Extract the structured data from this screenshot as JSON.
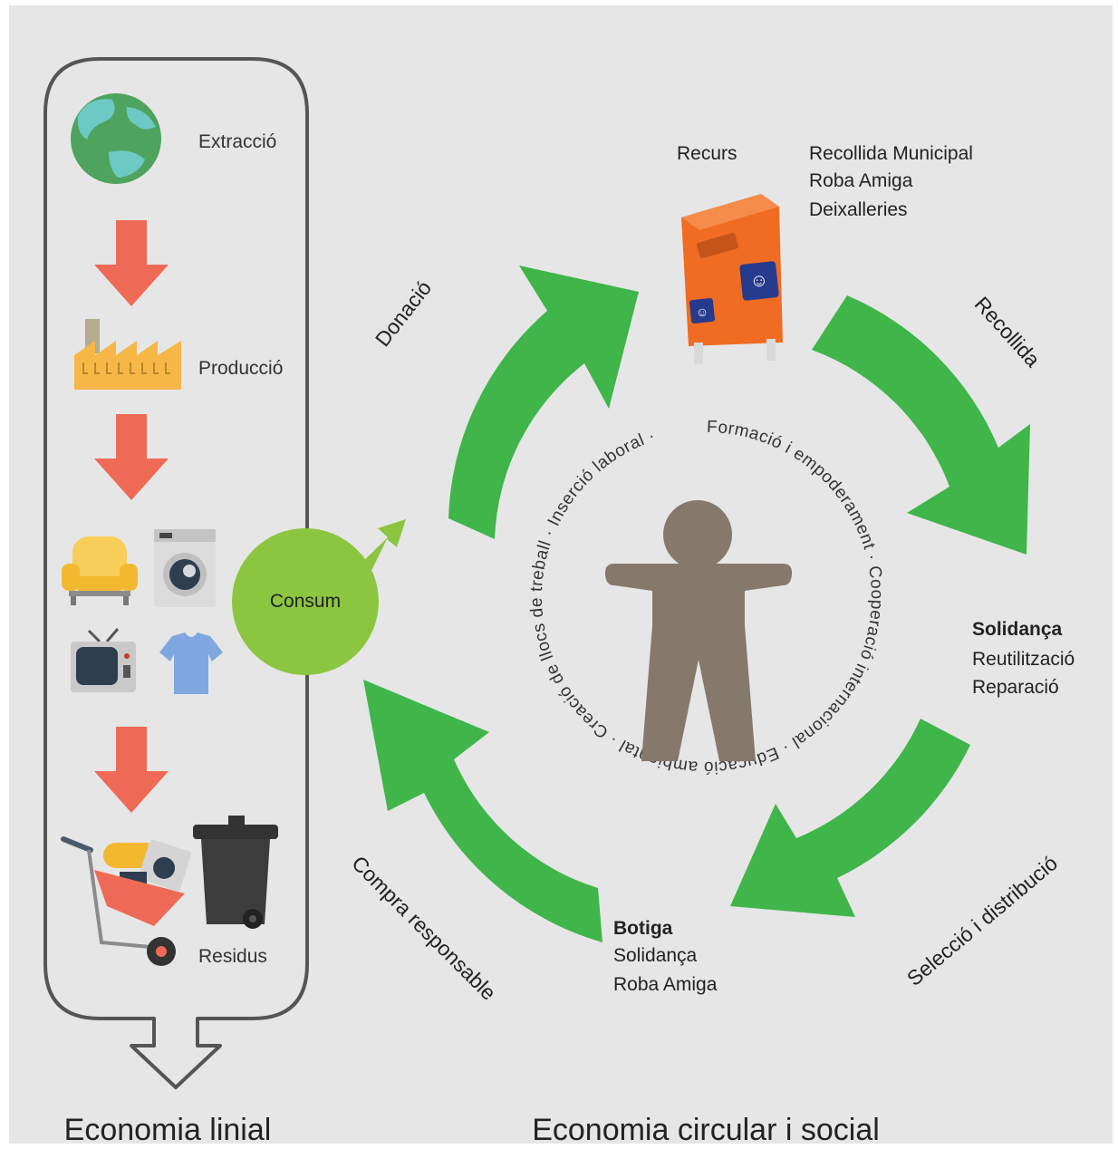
{
  "linear": {
    "steps": {
      "extraction": "Extracció",
      "production": "Producció",
      "waste": "Residus"
    },
    "footer_title": "Economia linial"
  },
  "circular": {
    "consumption_label": "Consum",
    "resource": {
      "label": "Recurs",
      "sources": [
        "Recollida Municipal",
        "Roba Amiga",
        "Deixalleries"
      ]
    },
    "stages": {
      "donation": "Donació",
      "collection": "Recollida",
      "selection": "Selecció i distribució",
      "responsible_purchase": "Compra responsable"
    },
    "sorting": {
      "title": "Solidança",
      "lines": [
        "Reutilització",
        "Reparació"
      ]
    },
    "shop": {
      "title": "Botiga",
      "lines": [
        "Solidança",
        "Roba Amiga"
      ]
    },
    "ring_text": "Formació i empoderament · Cooperació internacional · Educació ambiental · Creació de llocs de treball · Inserció laboral ·",
    "footer_title": "Economia circular i social"
  },
  "colors": {
    "background": "#e6e6e6",
    "cycle_arrow": "#3fb54a",
    "consumption_circle": "#8cc640",
    "linear_arrow": "#ee6a57",
    "figure": "#85796c",
    "container": "#ef6c22"
  }
}
